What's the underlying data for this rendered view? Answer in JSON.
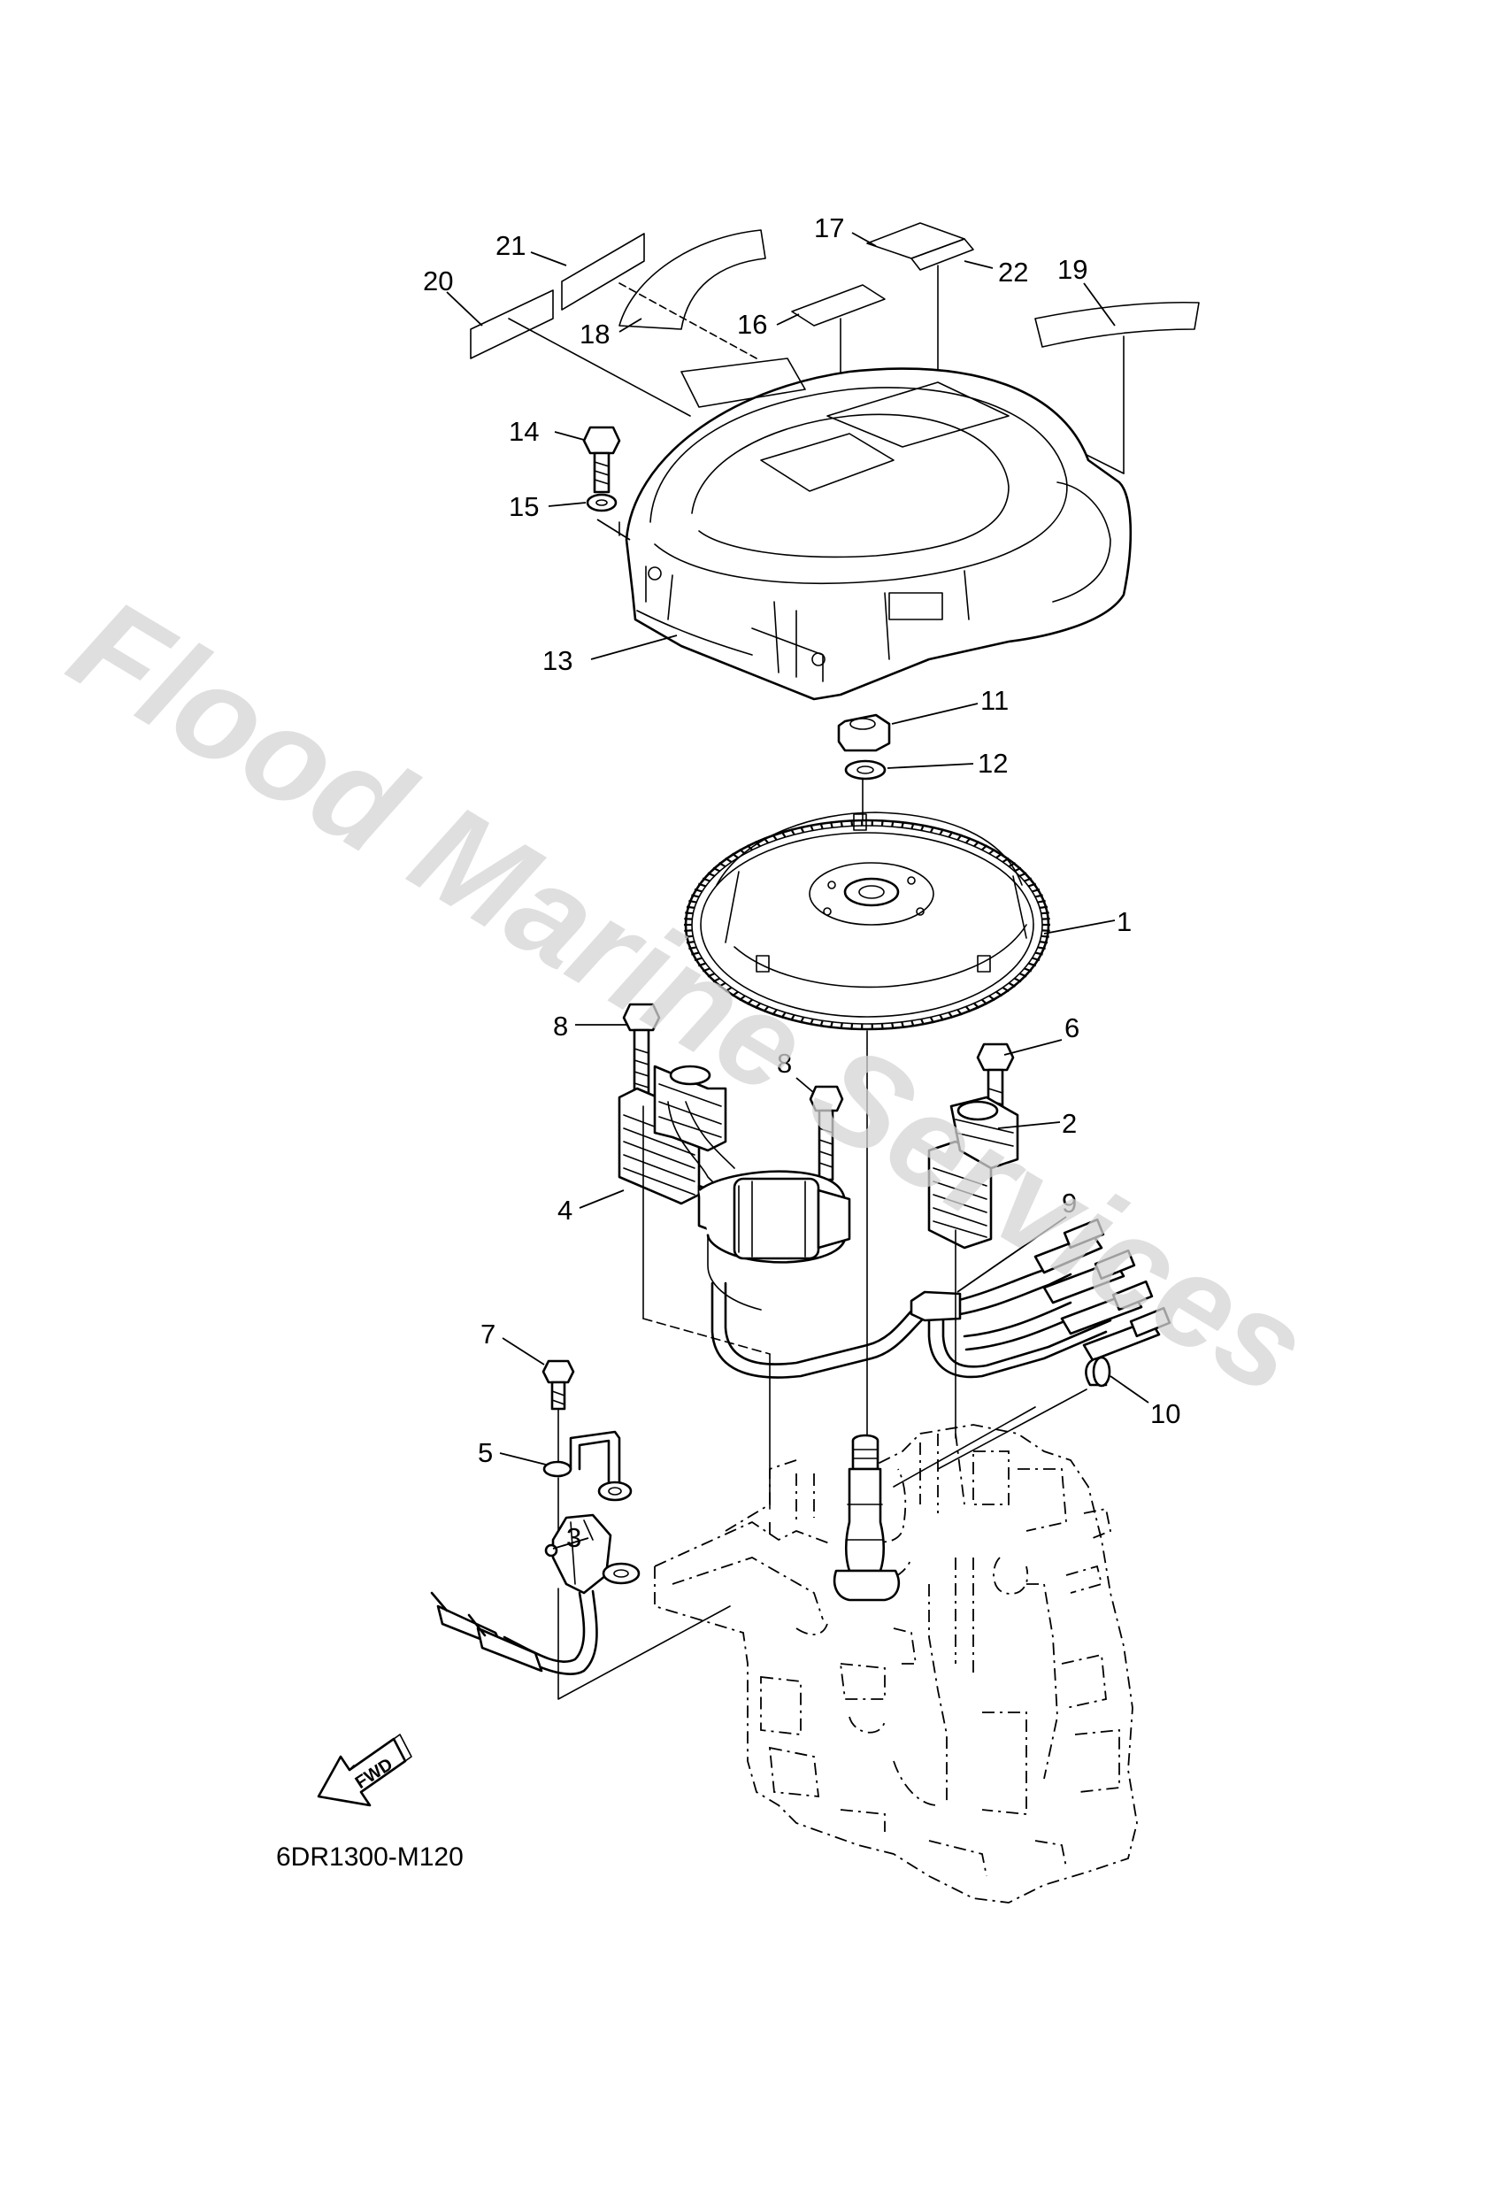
{
  "watermark": "Flood Marine Services",
  "diagram_code": "6DR1300-M120",
  "fwd_label": "FWD",
  "colors": {
    "line": "#000000",
    "background": "#ffffff",
    "watermark": "#d4d4d4"
  },
  "callouts": [
    "1",
    "2",
    "3",
    "4",
    "5",
    "6",
    "7",
    "8",
    "8",
    "9",
    "10",
    "11",
    "12",
    "13",
    "14",
    "15",
    "16",
    "17",
    "18",
    "19",
    "20",
    "21",
    "22"
  ]
}
